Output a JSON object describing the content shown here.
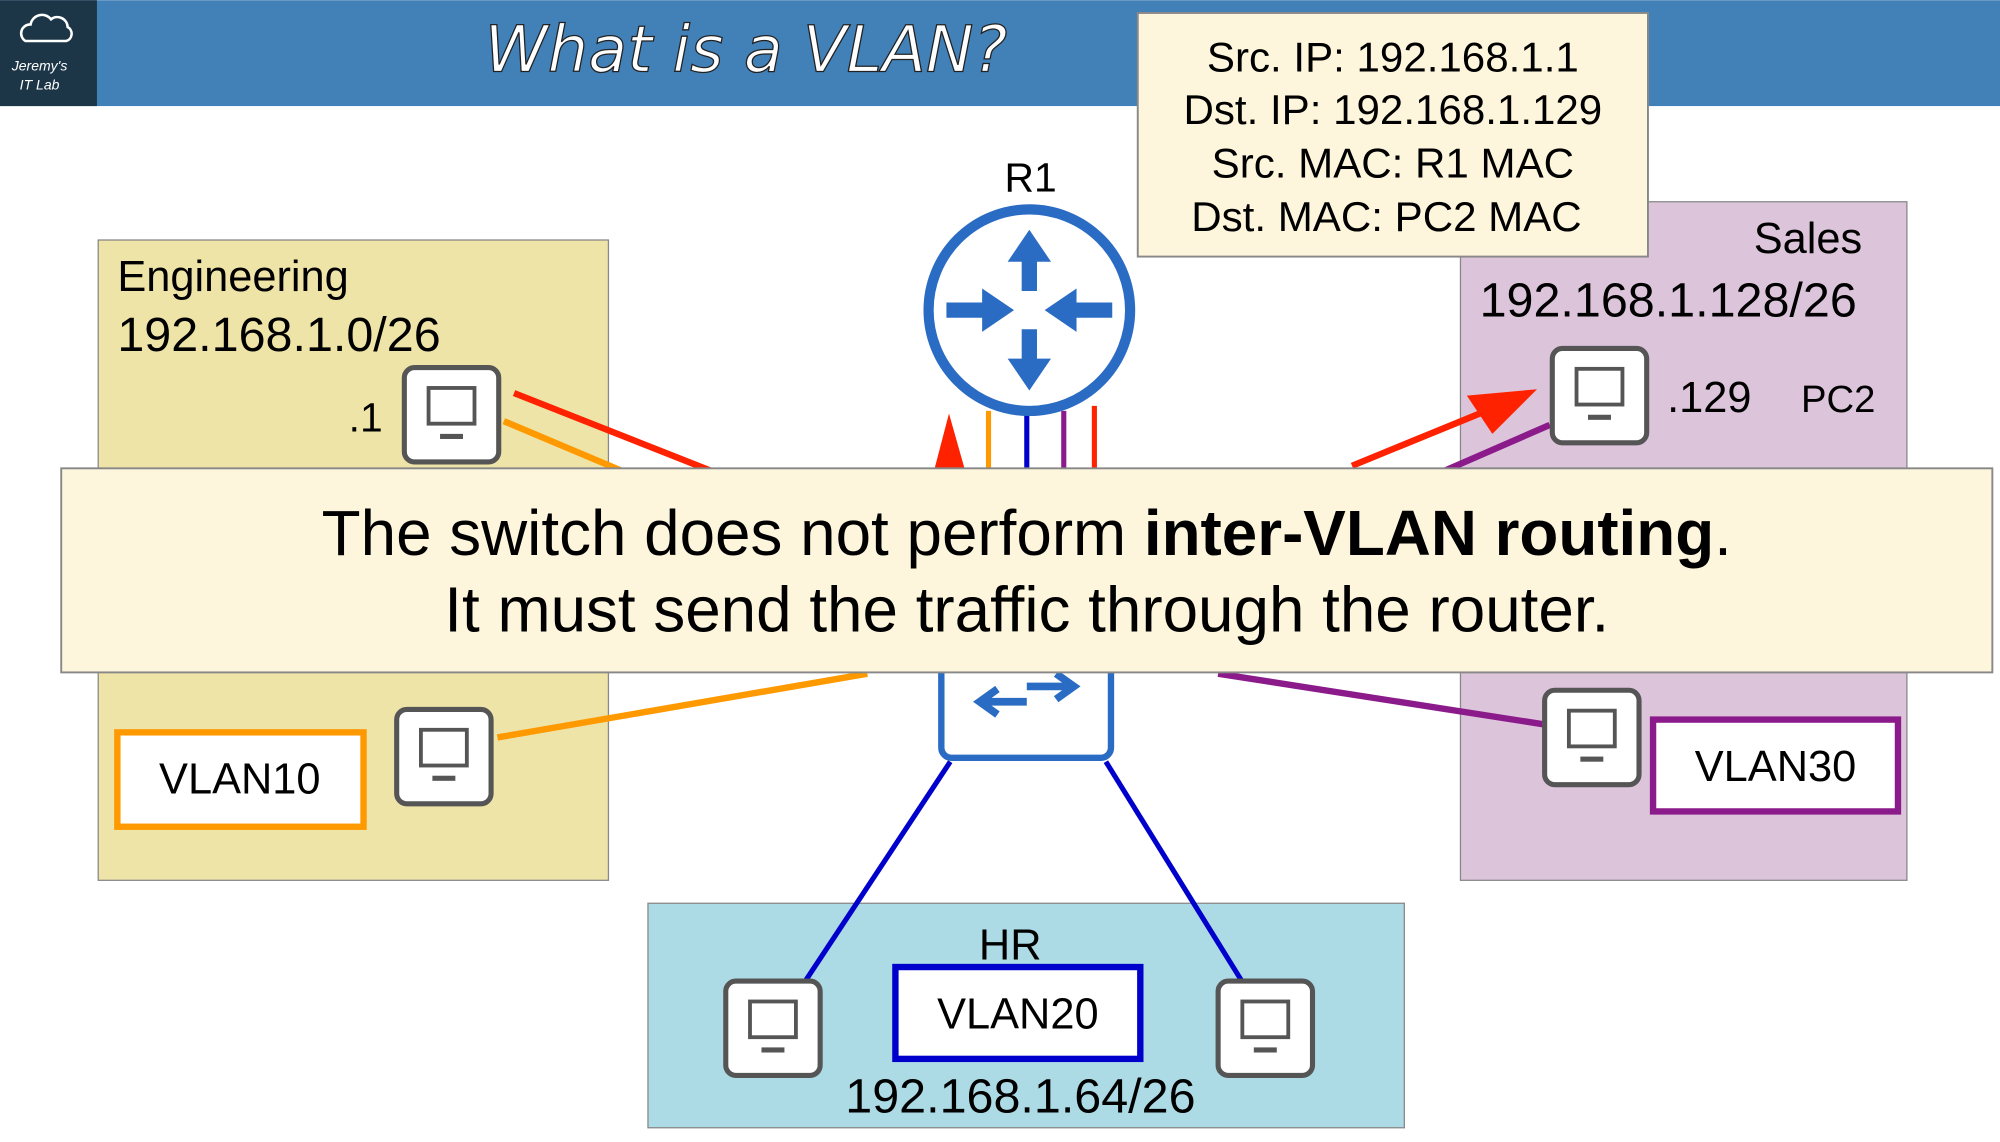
{
  "header": {
    "title": "What is a VLAN?",
    "logo_text_1": "Jeremy's",
    "logo_text_2": "IT Lab",
    "color": "#4280b8"
  },
  "packet_info": {
    "lines": [
      "Src. IP: 192.168.1.1",
      "Dst. IP: 192.168.1.129",
      "Src. MAC: R1 MAC",
      "Dst. MAC: PC2 MAC"
    ]
  },
  "router": {
    "label": "R1",
    "icon": "router-icon"
  },
  "engineering": {
    "name": "Engineering",
    "subnet": "192.168.1.0/26",
    "host_label": ".1",
    "vlan": "VLAN10",
    "color": "#ff8c00"
  },
  "sales": {
    "name": "Sales",
    "subnet": "192.168.1.128/26",
    "host_label": ".129",
    "host_name": "PC2",
    "vlan": "VLAN30",
    "color": "#8b1a8b"
  },
  "hr": {
    "name": "HR",
    "subnet": "192.168.1.64/26",
    "vlan": "VLAN20",
    "color": "#0000cc"
  },
  "banner": {
    "line1_pre": "The switch does not perform ",
    "line1_bold": "inter-VLAN routing",
    "line1_post": ".",
    "line2": "It must send the traffic through the router."
  },
  "colors": {
    "traffic": "#ff2200",
    "engineering_bg": "#efe4a8",
    "sales_bg": "#dcc4da",
    "hr_bg": "#acdbe6",
    "device_blue": "#2a6cc4"
  }
}
